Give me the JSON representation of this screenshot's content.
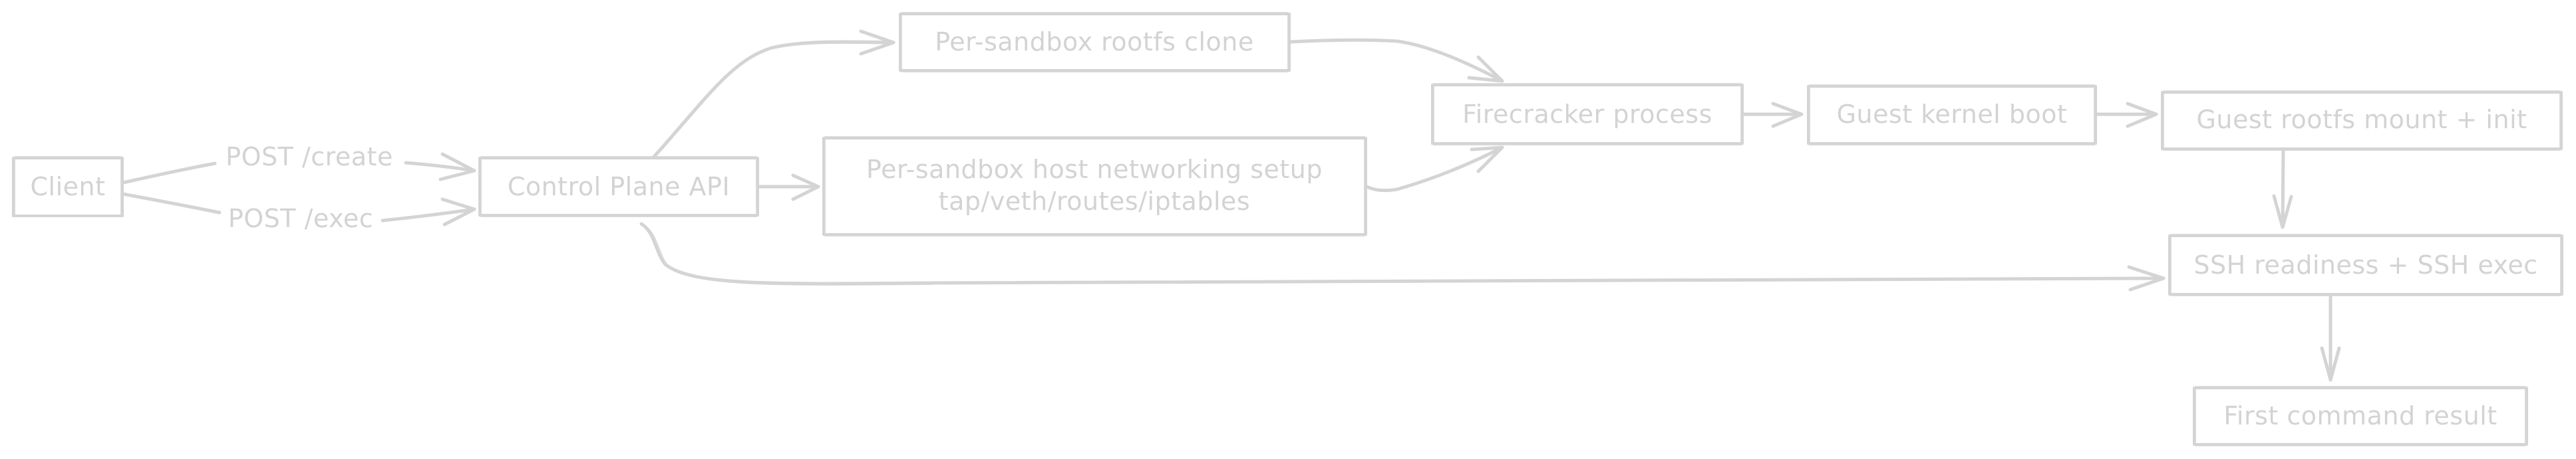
{
  "diagram": {
    "type": "flowchart",
    "style": "hand-drawn",
    "colors": {
      "stroke": "#d4d4d4",
      "text": "#d3d3d3",
      "background": "#ffffff"
    },
    "nodes": [
      {
        "id": "client",
        "label": "Client"
      },
      {
        "id": "api",
        "label": "Control Plane API"
      },
      {
        "id": "rootfs_clone",
        "label": "Per-sandbox rootfs clone"
      },
      {
        "id": "networking",
        "label": "Per-sandbox host networking setup",
        "sublabel": "tap/veth/routes/iptables"
      },
      {
        "id": "firecracker",
        "label": "Firecracker process"
      },
      {
        "id": "kernel_boot",
        "label": "Guest kernel boot"
      },
      {
        "id": "rootfs_mount",
        "label": "Guest rootfs mount + init"
      },
      {
        "id": "ssh",
        "label": "SSH readiness + SSH exec"
      },
      {
        "id": "result",
        "label": "First command result"
      }
    ],
    "edges": [
      {
        "from": "client",
        "to": "api",
        "label": "POST /create"
      },
      {
        "from": "client",
        "to": "api",
        "label": "POST /exec"
      },
      {
        "from": "api",
        "to": "rootfs_clone",
        "label": ""
      },
      {
        "from": "api",
        "to": "networking",
        "label": ""
      },
      {
        "from": "api",
        "to": "ssh",
        "label": ""
      },
      {
        "from": "rootfs_clone",
        "to": "firecracker",
        "label": ""
      },
      {
        "from": "networking",
        "to": "firecracker",
        "label": ""
      },
      {
        "from": "firecracker",
        "to": "kernel_boot",
        "label": ""
      },
      {
        "from": "kernel_boot",
        "to": "rootfs_mount",
        "label": ""
      },
      {
        "from": "rootfs_mount",
        "to": "ssh",
        "label": ""
      },
      {
        "from": "ssh",
        "to": "result",
        "label": ""
      }
    ]
  }
}
